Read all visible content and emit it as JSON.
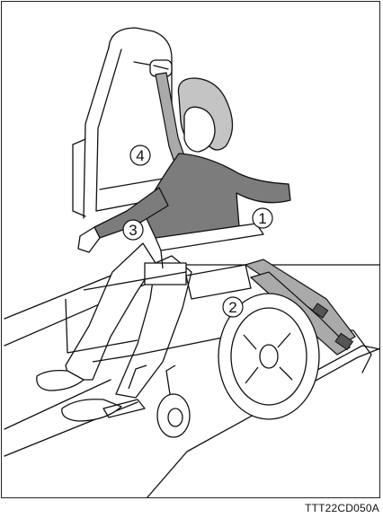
{
  "figure": {
    "callouts": [
      {
        "label": "1",
        "meaning": "belt-1"
      },
      {
        "label": "2",
        "meaning": "belt-2"
      },
      {
        "label": "3",
        "meaning": "belt-3"
      },
      {
        "label": "4",
        "meaning": "belt-4"
      }
    ],
    "code": "TTT22CD050A"
  },
  "colors": {
    "belt": "#aaaaaa",
    "hair": "#c4c4c4",
    "sweater": "#7c7c7c",
    "line": "#111111"
  }
}
